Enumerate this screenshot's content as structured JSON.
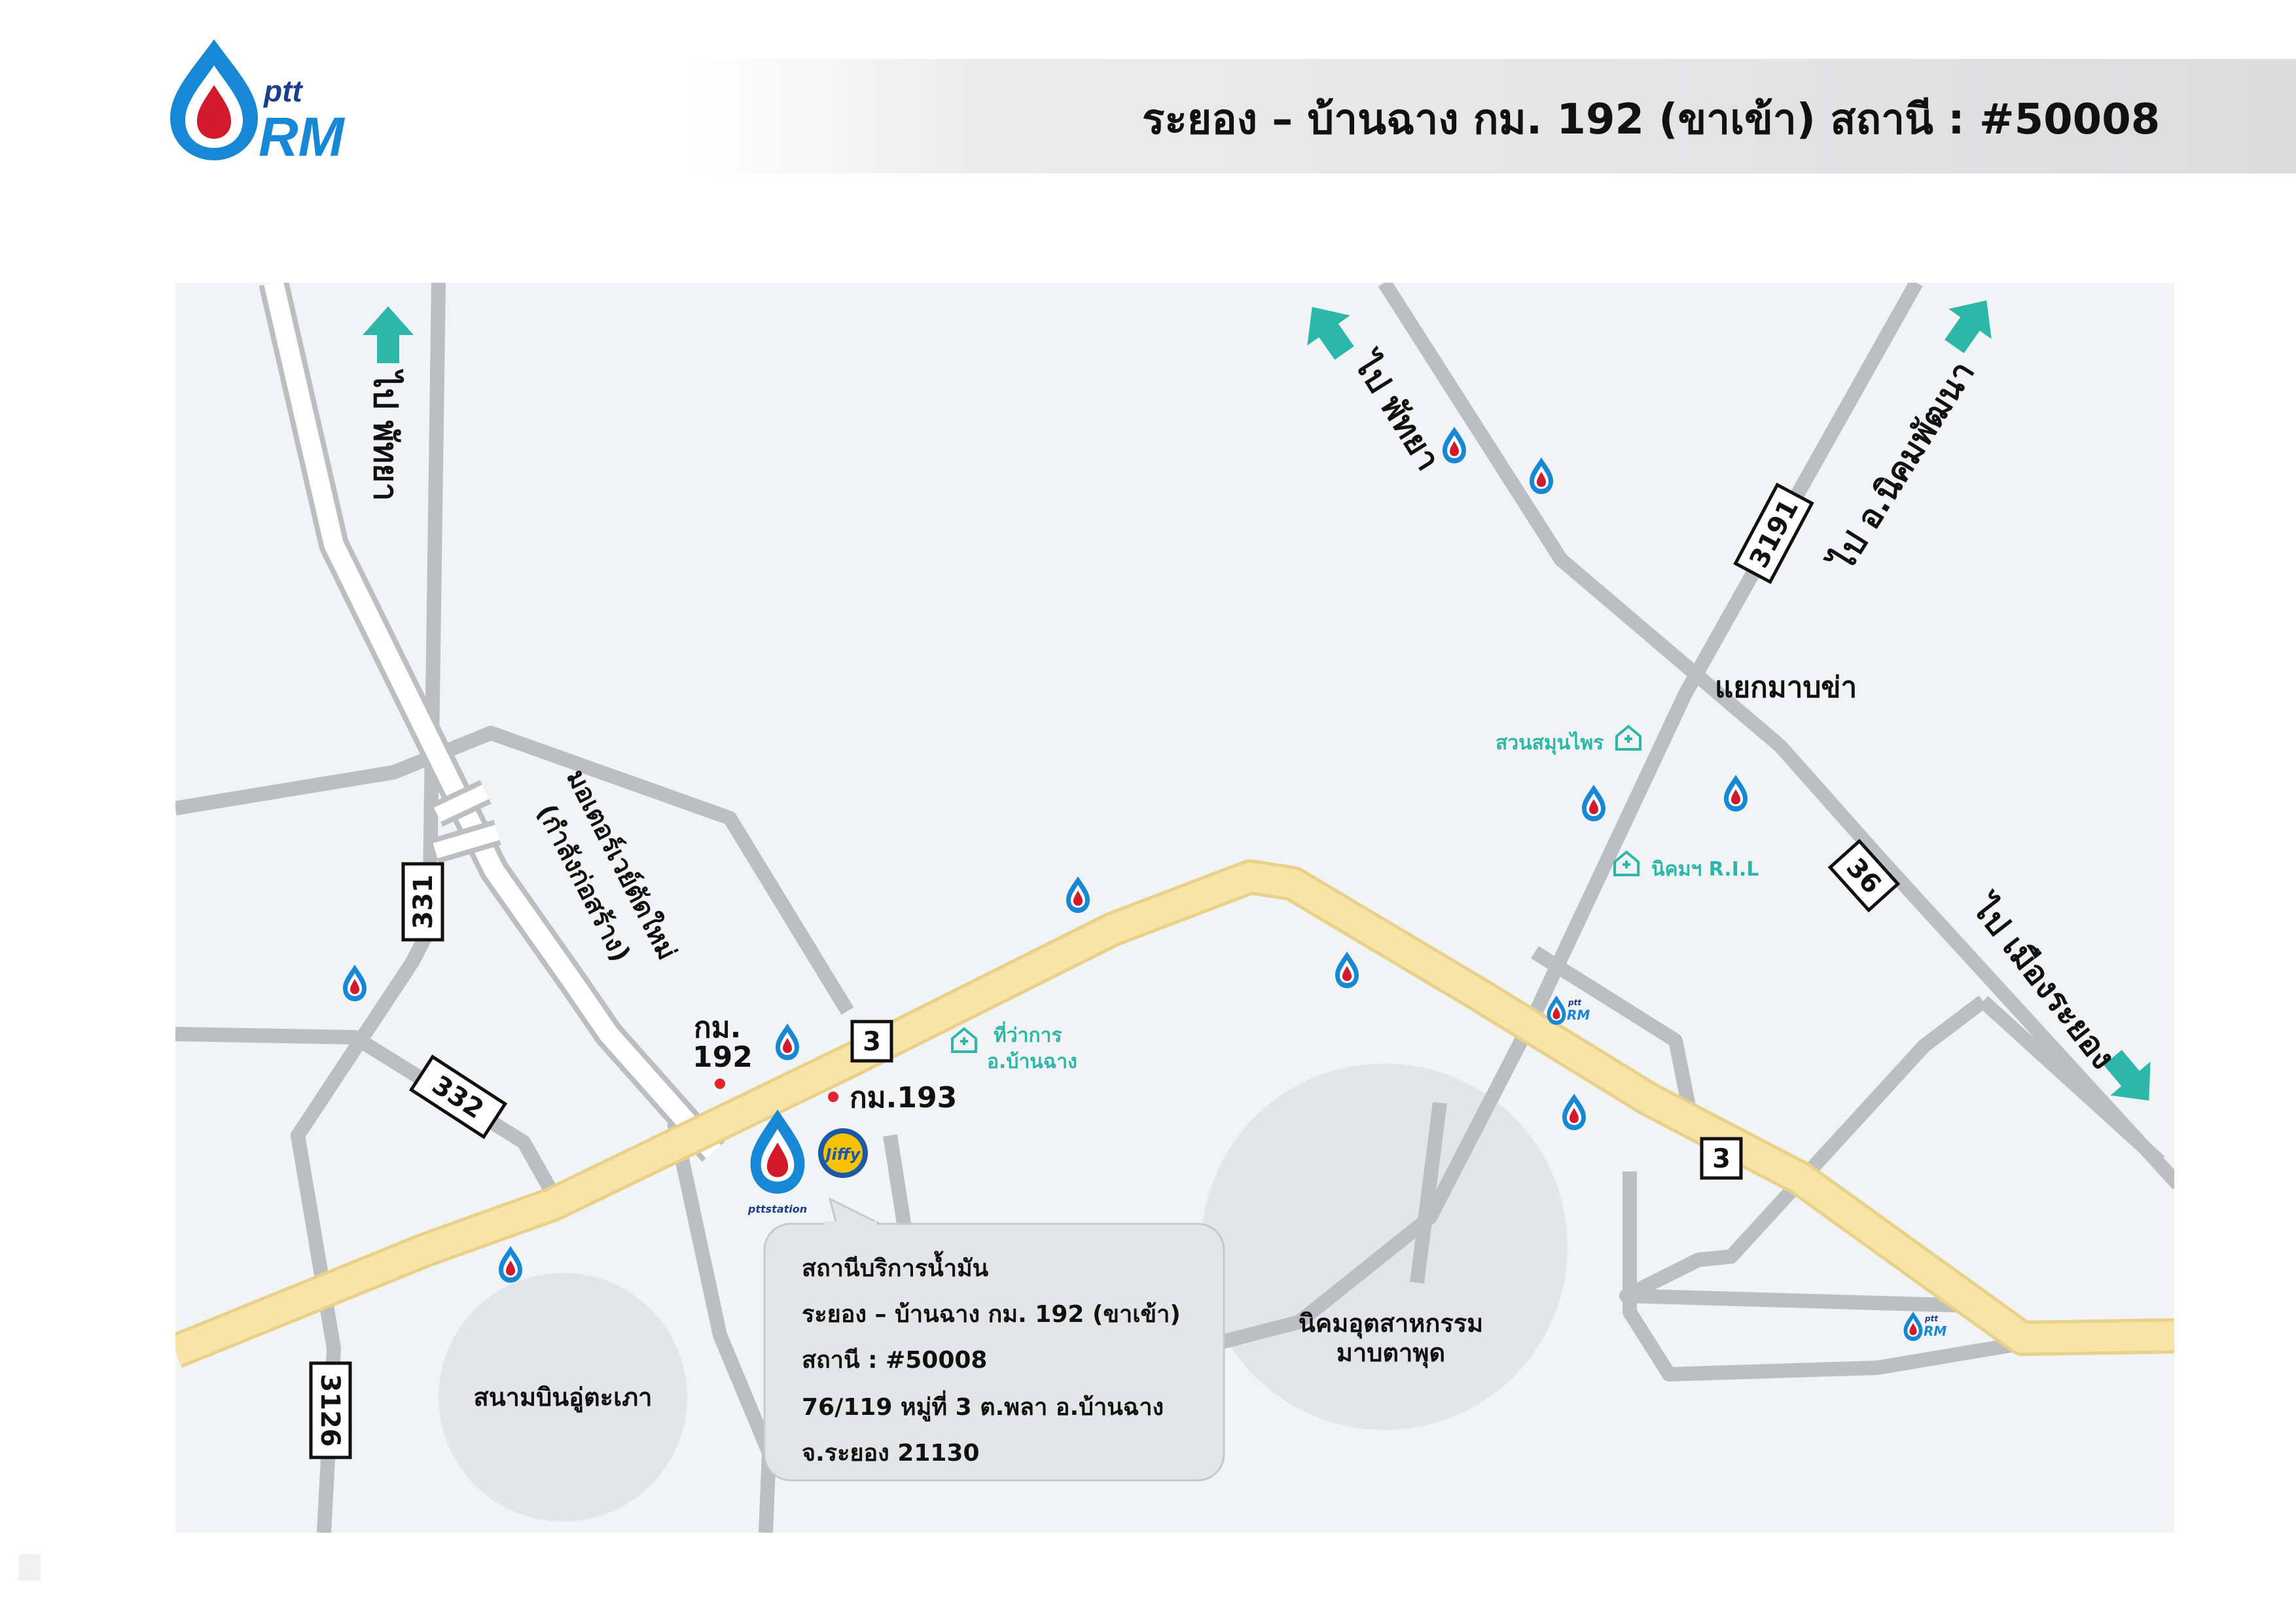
{
  "header": {
    "logo_text_ptt": "ptt",
    "logo_text_rm": "RM",
    "title": "ระยอง – บ้านฉาง กม. 192 (ขาเข้า) สถานี : #50008"
  },
  "colors": {
    "background": "#ffffff",
    "map_background": "#f2f3f4",
    "road_gray": "#bdbec0",
    "highway_yellow": "#f7e4a6",
    "highway_edge": "#e8d28a",
    "accent_teal": "#2bb7a9",
    "ptt_blue": "#1788d6",
    "ptt_red": "#d3192c",
    "marker_red": "#e1232b",
    "zone_gray": "#e4e5e8"
  },
  "map": {
    "directions": [
      {
        "id": "to-pattaya-left",
        "label": "ไป พัทยา",
        "icon": "arrow-up-icon"
      },
      {
        "id": "to-pattaya-right",
        "label": "ไป พัทยา",
        "icon": "arrow-up-left-icon"
      },
      {
        "id": "to-nikhom-phatthana",
        "label": "ไป อ.นิคมพัฒนา",
        "icon": "arrow-up-right-icon"
      },
      {
        "id": "to-mueang-rayong",
        "label": "ไป เมืองระยอง",
        "icon": "arrow-down-right-icon"
      }
    ],
    "route_signs": {
      "r3191": "3191",
      "r36": "36",
      "r331": "331",
      "r332": "332",
      "r3_left": "3",
      "r3_right": "3",
      "r3126": "3126"
    },
    "labels": {
      "motorway_line1": "มอเตอร์เวย์ตัดใหม่",
      "motorway_line2": "(กำลังก่อสร้าง)",
      "junction": "แยกมาบข่า",
      "herb_garden": "สวนสมุนไพร",
      "ril_estate": "นิคมฯ R.I.L",
      "district_office_line1": "ที่ว่าการ",
      "district_office_line2": "อ.บ้านฉาง",
      "km192_line1": "กม.",
      "km192_line2": "192",
      "km193": "กม.193",
      "airport": "สนามบินอู่ตะเภา",
      "estate_line1": "นิคมอุตสาหกรรม",
      "estate_line2": "มาบตาพุด",
      "pttstation_brand": "pttstation",
      "jiffy_brand": "Jiffy",
      "rm_small": "RM",
      "ptt_small": "ptt"
    },
    "info_box": {
      "line1": "สถานีบริการน้ำมัน",
      "line2": "ระยอง – บ้านฉาง กม. 192 (ขาเข้า)",
      "line3": "สถานี : #50008",
      "line4": "76/119 หมู่ที่ 3 ต.พลา อ.บ้านฉาง",
      "line5": "จ.ระยอง 21130"
    }
  }
}
